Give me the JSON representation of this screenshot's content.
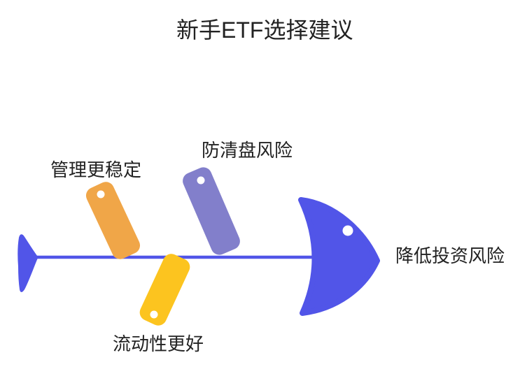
{
  "title": "新手ETF选择建议",
  "effect": {
    "label": "降低投资风险"
  },
  "causes": [
    {
      "label": "管理更稳定",
      "color": "#F0A648",
      "side": "top"
    },
    {
      "label": "防清盘风险",
      "color": "#827FCB",
      "side": "top"
    },
    {
      "label": "流动性更好",
      "color": "#FCC41F",
      "side": "bottom"
    }
  ],
  "colors": {
    "blue": "#5155E8",
    "dot": "#FFFFFF",
    "text": "#222222",
    "background": "#FFFFFF"
  }
}
